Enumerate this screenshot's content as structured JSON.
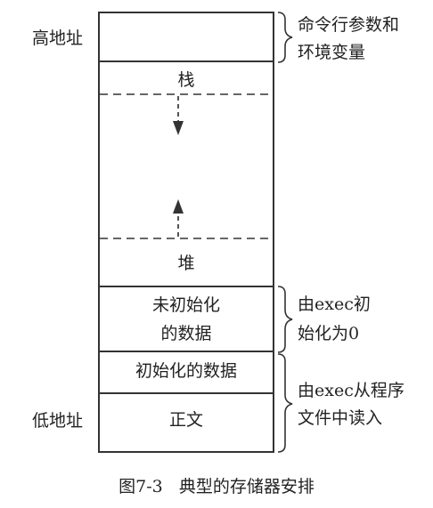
{
  "address": {
    "high": "高地址",
    "low": "低地址"
  },
  "segments": {
    "args_env": "",
    "stack": "栈",
    "heap": "堆",
    "bss_line1": "未初始化",
    "bss_line2": "的数据",
    "data": "初始化的数据",
    "text": "正文"
  },
  "annotations": {
    "args_env_line1": "命令行参数和",
    "args_env_line2": "环境变量",
    "bss_line1": "由exec初",
    "bss_line2": "始化为0",
    "exec_line1": "由exec从程序",
    "exec_line2": "文件中读入"
  },
  "caption": {
    "figure_no": "图7-3",
    "title": "典型的存储器安排"
  },
  "colors": {
    "line": "#333333",
    "text": "#222222",
    "background": "#ffffff"
  }
}
